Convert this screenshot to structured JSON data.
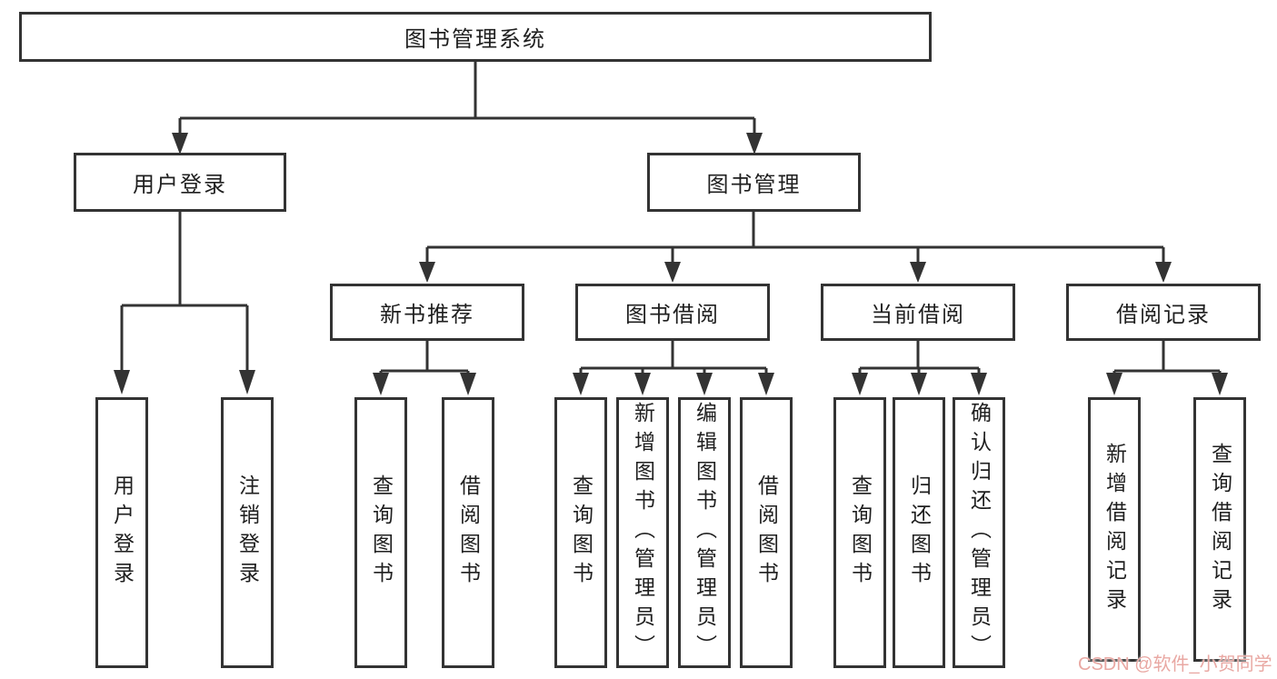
{
  "title": {
    "label": "图书管理系统"
  },
  "level2": [
    {
      "id": "user-login",
      "label": "用户登录"
    },
    {
      "id": "book-management",
      "label": "图书管理"
    }
  ],
  "level3": [
    {
      "id": "new-book-recommend",
      "label": "新书推荐"
    },
    {
      "id": "book-borrow",
      "label": "图书借阅"
    },
    {
      "id": "current-borrow",
      "label": "当前借阅"
    },
    {
      "id": "borrow-record",
      "label": "借阅记录"
    }
  ],
  "leaves": {
    "user_login": [
      {
        "label": "用户登录"
      },
      {
        "label": "注销登录"
      }
    ],
    "new_book_recommend": [
      {
        "label": "查询图书"
      },
      {
        "label": "借阅图书"
      }
    ],
    "book_borrow": [
      {
        "label": "查询图书"
      },
      {
        "label": "新增图书（管理员）"
      },
      {
        "label": "编辑图书（管理员）"
      },
      {
        "label": "借阅图书"
      }
    ],
    "current_borrow": [
      {
        "label": "查询图书"
      },
      {
        "label": "归还图书"
      },
      {
        "label": "确认归还（管理员）"
      }
    ],
    "borrow_record": [
      {
        "label": "新增借阅记录"
      },
      {
        "label": "查询借阅记录"
      }
    ]
  },
  "watermark": {
    "text": "CSDN @软件_小贺同学",
    "color": "#E9A8A3"
  },
  "colors": {
    "line": "#333333",
    "text": "#1F1F1F",
    "box_background": "#FFFFFF",
    "page_background": "#FFFFFF"
  }
}
